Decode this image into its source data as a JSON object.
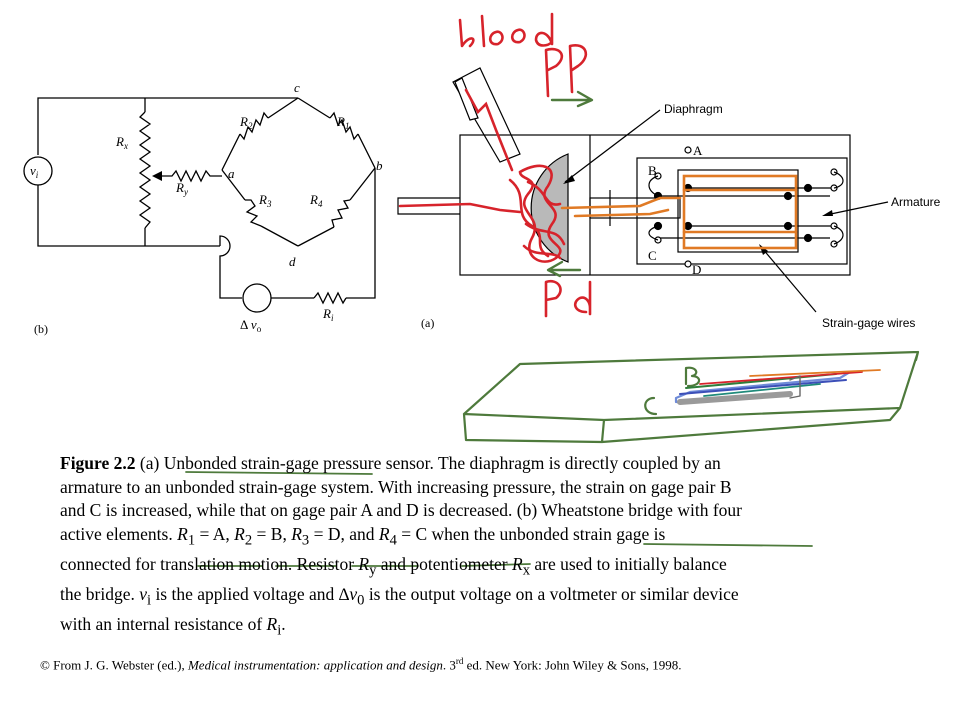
{
  "bridge": {
    "nodes": {
      "a": "a",
      "b": "b",
      "c": "c",
      "d": "d"
    },
    "resistors": {
      "r1": "R",
      "r1_sub": "1",
      "r2": "R",
      "r2_sub": "2",
      "r3": "R",
      "r3_sub": "3",
      "r4": "R",
      "r4_sub": "4",
      "rx": "R",
      "rx_sub": "x",
      "ry": "R",
      "ry_sub": "y",
      "ri": "R",
      "ri_sub": "i"
    },
    "source": {
      "sym": "v",
      "sub": "i"
    },
    "meter": {
      "prefix": "Δ ",
      "sym": "v",
      "sub": "o"
    },
    "tag": "(b)"
  },
  "sensor": {
    "tag": "(a)",
    "labels": {
      "diaphragm": "Diaphragm",
      "armature": "Armature",
      "strain_wires": "Strain-gage wires",
      "A": "A",
      "B": "B",
      "C": "C",
      "D": "D"
    }
  },
  "handwriting": {
    "blood": "blood",
    "pp": "PP",
    "pd": "Pd",
    "B": "B",
    "C": "C"
  },
  "caption": {
    "line1_fig": "Figure 2.2",
    "line1": " (a) Unbonded strain-gage pressure sensor. The diaphragm is directly coupled by an",
    "line2": "armature to an unbonded strain-gage system. With increasing pressure, the strain on gage pair B",
    "line3": "and C is increased, while that on gage pair A and D is decreased. (b) Wheatstone bridge with four",
    "line4_a": "active elements. ",
    "line4_r": "R",
    "line4_s1": "1",
    "line4_b": " = A, ",
    "line4_s2": "2",
    "line4_c": " = B, ",
    "line4_s3": "3",
    "line4_d": " = D, and ",
    "line4_s4": "4",
    "line4_e": " = C when the unbonded strain gage is",
    "line5_a": "connected for translation motion. Resistor ",
    "line5_ry": "R",
    "line5_ys": "y",
    "line5_b": " and potentiometer ",
    "line5_rx": "R",
    "line5_xs": "x",
    "line5_c": " are used to initially balance",
    "line6_a": "the bridge. ",
    "line6_v": "v",
    "line6_vs": "i",
    "line6_b": " is the applied voltage and ∆",
    "line6_v0": "v",
    "line6_0s": "0",
    "line6_c": " is the output voltage on a voltmeter or similar device",
    "line7_a": "with an internal resistance of ",
    "line7_r": "R",
    "line7_rs": "i",
    "line7_b": "."
  },
  "source": {
    "pre": "© From J. G. Webster (ed.), ",
    "title": "Medical instrumentation: application and design",
    "post": ". 3",
    "sup": "rd",
    "tail": " ed. New York: John Wiley & Sons, 1998."
  },
  "colors": {
    "red": "#d7232b",
    "green": "#4e7a3c",
    "orange": "#e07a25",
    "blue": "#3c4fb8",
    "teal": "#1f8a7a",
    "gray": "#9a9a9a"
  }
}
